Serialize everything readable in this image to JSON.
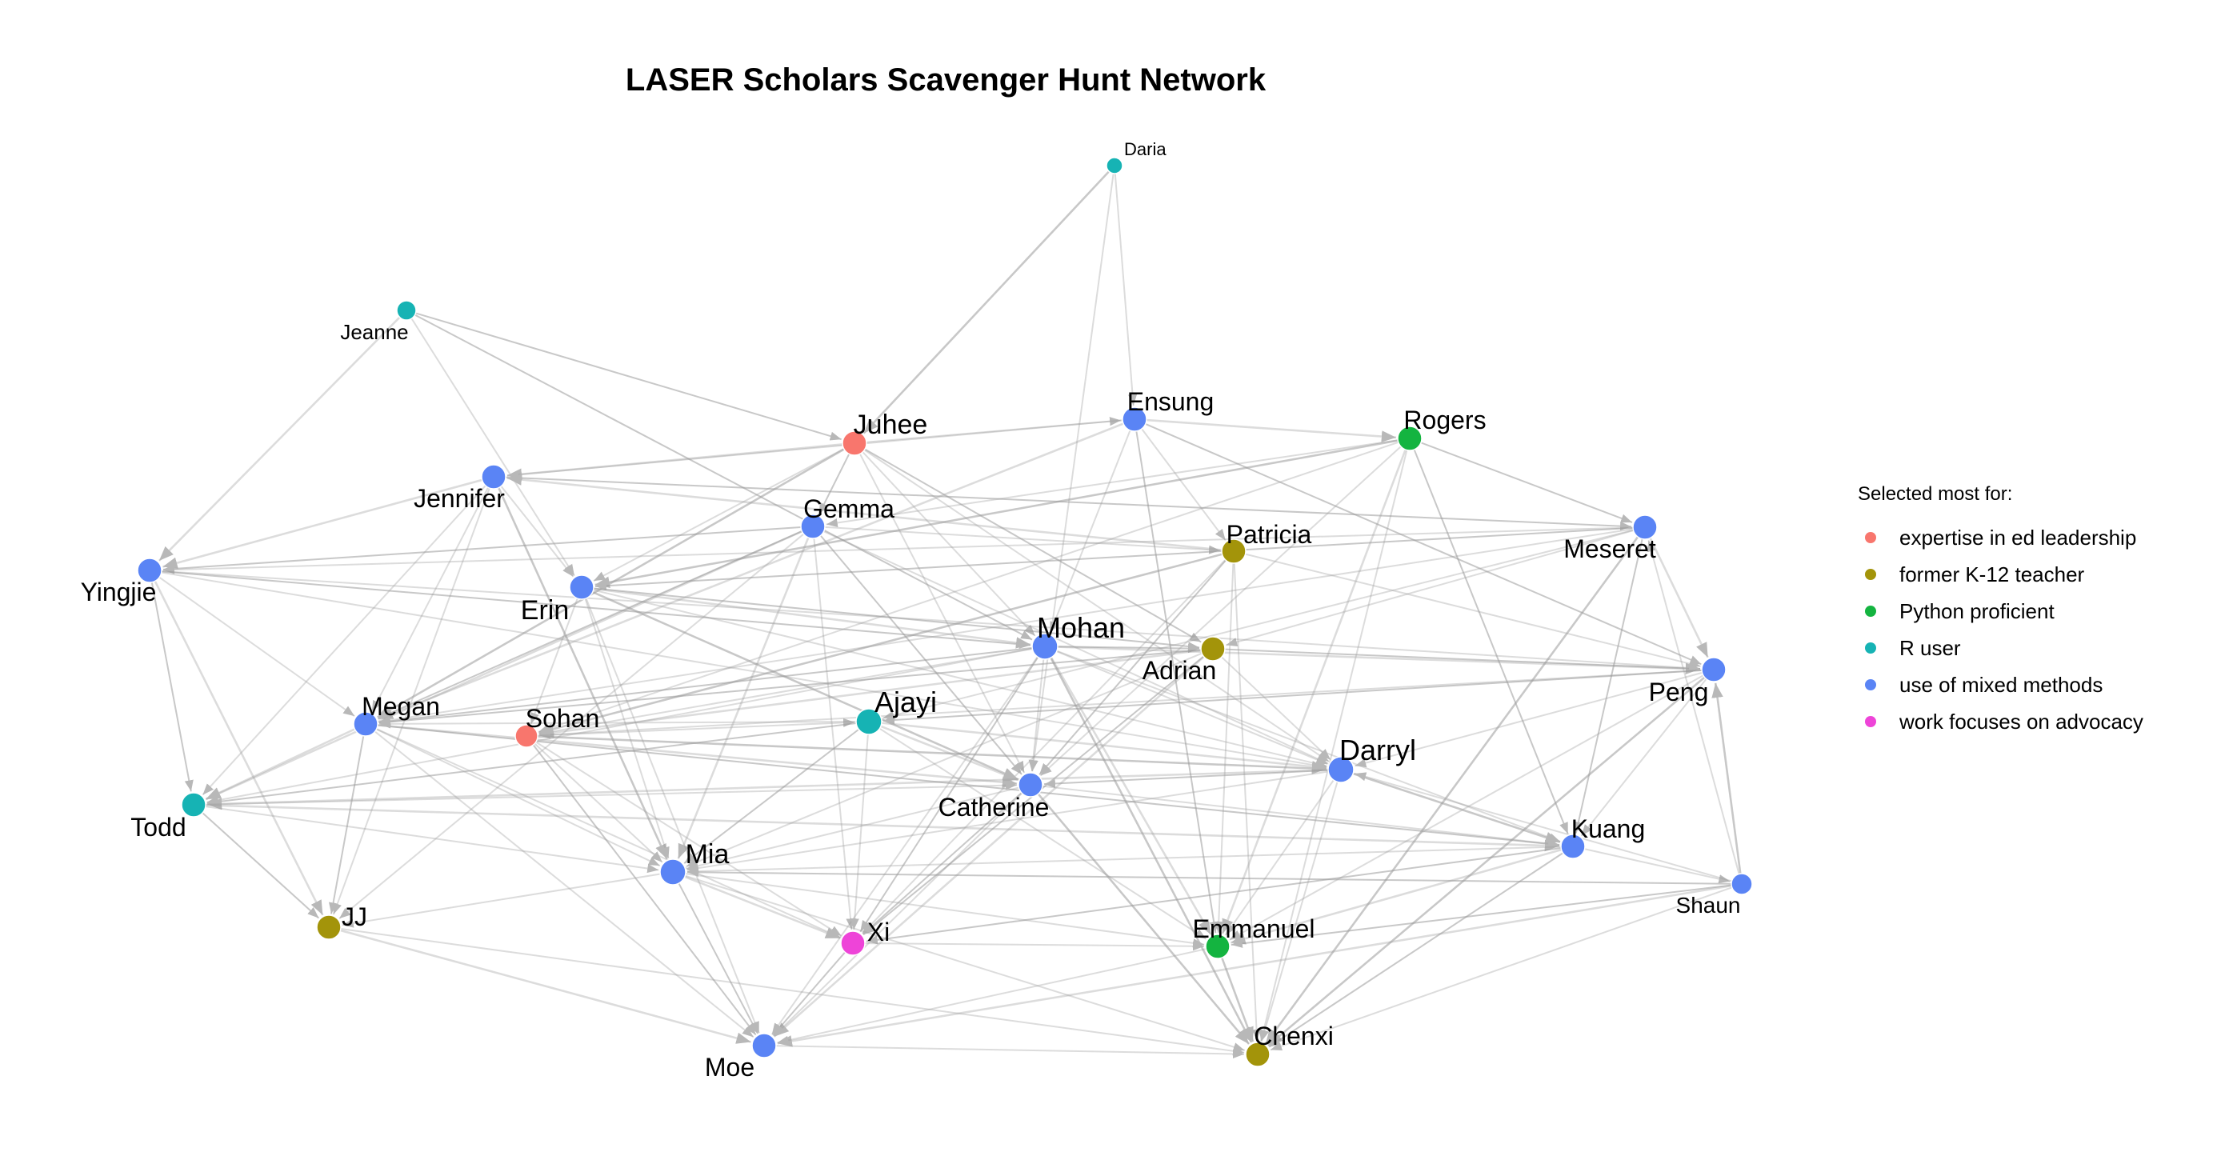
{
  "title": "LASER Scholars Scavenger Hunt Network",
  "legend": {
    "title": "Selected most for:",
    "items": [
      {
        "key": "leadership",
        "label": "expertise in ed leadership",
        "color": "#F8766D"
      },
      {
        "key": "k12",
        "label": "former K-12 teacher",
        "color": "#A3940A"
      },
      {
        "key": "python",
        "label": "Python proficient",
        "color": "#14B440"
      },
      {
        "key": "r",
        "label": "R user",
        "color": "#16B3B4"
      },
      {
        "key": "mixed",
        "label": "use of mixed methods",
        "color": "#5A84F5"
      },
      {
        "key": "advocacy",
        "label": "work focuses on advocacy",
        "color": "#EE44D8"
      }
    ]
  },
  "nodes": [
    {
      "id": "Daria",
      "label": "Daria",
      "group": "r"
    },
    {
      "id": "Jeanne",
      "label": "Jeanne",
      "group": "r"
    },
    {
      "id": "Juhee",
      "label": "Juhee",
      "group": "leadership"
    },
    {
      "id": "Ensung",
      "label": "Ensung",
      "group": "mixed"
    },
    {
      "id": "Rogers",
      "label": "Rogers",
      "group": "python"
    },
    {
      "id": "Jennifer",
      "label": "Jennifer",
      "group": "mixed"
    },
    {
      "id": "Gemma",
      "label": "Gemma",
      "group": "mixed"
    },
    {
      "id": "Patricia",
      "label": "Patricia",
      "group": "k12"
    },
    {
      "id": "Meseret",
      "label": "Meseret",
      "group": "mixed"
    },
    {
      "id": "Yingjie",
      "label": "Yingjie",
      "group": "mixed"
    },
    {
      "id": "Erin",
      "label": "Erin",
      "group": "mixed"
    },
    {
      "id": "Mohan",
      "label": "Mohan",
      "group": "mixed"
    },
    {
      "id": "Adrian",
      "label": "Adrian",
      "group": "k12"
    },
    {
      "id": "Peng",
      "label": "Peng",
      "group": "mixed"
    },
    {
      "id": "Megan",
      "label": "Megan",
      "group": "mixed"
    },
    {
      "id": "Sohan",
      "label": "Sohan",
      "group": "leadership"
    },
    {
      "id": "Ajayi",
      "label": "Ajayi",
      "group": "r"
    },
    {
      "id": "Darryl",
      "label": "Darryl",
      "group": "mixed"
    },
    {
      "id": "Todd",
      "label": "Todd",
      "group": "r"
    },
    {
      "id": "Catherine",
      "label": "Catherine",
      "group": "mixed"
    },
    {
      "id": "Kuang",
      "label": "Kuang",
      "group": "mixed"
    },
    {
      "id": "Mia",
      "label": "Mia",
      "group": "mixed"
    },
    {
      "id": "Shaun",
      "label": "Shaun",
      "group": "mixed"
    },
    {
      "id": "JJ",
      "label": "JJ",
      "group": "k12"
    },
    {
      "id": "Xi",
      "label": "Xi",
      "group": "advocacy"
    },
    {
      "id": "Emmanuel",
      "label": "Emmanuel",
      "group": "python"
    },
    {
      "id": "Moe",
      "label": "Moe",
      "group": "mixed"
    },
    {
      "id": "Chenxi",
      "label": "Chenxi",
      "group": "k12"
    }
  ],
  "edges": [
    [
      "Daria",
      "Juhee"
    ],
    [
      "Daria",
      "Ensung"
    ],
    [
      "Daria",
      "Catherine"
    ],
    [
      "Jeanne",
      "Juhee"
    ],
    [
      "Jeanne",
      "Yingjie"
    ],
    [
      "Jeanne",
      "Erin"
    ],
    [
      "Jeanne",
      "Mohan"
    ],
    [
      "Juhee",
      "Ensung"
    ],
    [
      "Juhee",
      "Jennifer"
    ],
    [
      "Juhee",
      "Gemma"
    ],
    [
      "Juhee",
      "Mohan"
    ],
    [
      "Juhee",
      "Darryl"
    ],
    [
      "Juhee",
      "Megan"
    ],
    [
      "Juhee",
      "Erin"
    ],
    [
      "Juhee",
      "Catherine"
    ],
    [
      "Juhee",
      "Adrian"
    ],
    [
      "Ensung",
      "Rogers"
    ],
    [
      "Ensung",
      "Patricia"
    ],
    [
      "Ensung",
      "Emmanuel"
    ],
    [
      "Ensung",
      "Jennifer"
    ],
    [
      "Ensung",
      "Megan"
    ],
    [
      "Ensung",
      "Peng"
    ],
    [
      "Ensung",
      "Mohan"
    ],
    [
      "Rogers",
      "Gemma"
    ],
    [
      "Rogers",
      "Erin"
    ],
    [
      "Rogers",
      "Catherine"
    ],
    [
      "Rogers",
      "Chenxi"
    ],
    [
      "Rogers",
      "Kuang"
    ],
    [
      "Rogers",
      "Emmanuel"
    ],
    [
      "Rogers",
      "Sohan"
    ],
    [
      "Rogers",
      "Meseret"
    ],
    [
      "Jennifer",
      "Erin"
    ],
    [
      "Jennifer",
      "Yingjie"
    ],
    [
      "Jennifer",
      "Meseret"
    ],
    [
      "Jennifer",
      "Megan"
    ],
    [
      "Jennifer",
      "JJ"
    ],
    [
      "Jennifer",
      "Mia"
    ],
    [
      "Jennifer",
      "Todd"
    ],
    [
      "Gemma",
      "Patricia"
    ],
    [
      "Gemma",
      "Megan"
    ],
    [
      "Gemma",
      "Mia"
    ],
    [
      "Gemma",
      "Darryl"
    ],
    [
      "Gemma",
      "Yingjie"
    ],
    [
      "Gemma",
      "Xi"
    ],
    [
      "Gemma",
      "Todd"
    ],
    [
      "Gemma",
      "Catherine"
    ],
    [
      "Gemma",
      "JJ"
    ],
    [
      "Patricia",
      "Peng"
    ],
    [
      "Patricia",
      "Sohan"
    ],
    [
      "Patricia",
      "Emmanuel"
    ],
    [
      "Patricia",
      "Chenxi"
    ],
    [
      "Patricia",
      "Catherine"
    ],
    [
      "Patricia",
      "Jennifer"
    ],
    [
      "Patricia",
      "Xi"
    ],
    [
      "Meseret",
      "Erin"
    ],
    [
      "Meseret",
      "Yingjie"
    ],
    [
      "Meseret",
      "Peng"
    ],
    [
      "Meseret",
      "Kuang"
    ],
    [
      "Meseret",
      "Adrian"
    ],
    [
      "Meseret",
      "Megan"
    ],
    [
      "Meseret",
      "Chenxi"
    ],
    [
      "Meseret",
      "Ajayi"
    ],
    [
      "Yingjie",
      "Megan"
    ],
    [
      "Yingjie",
      "Todd"
    ],
    [
      "Yingjie",
      "JJ"
    ],
    [
      "Yingjie",
      "Peng"
    ],
    [
      "Yingjie",
      "Mohan"
    ],
    [
      "Yingjie",
      "Darryl"
    ],
    [
      "Erin",
      "Mohan"
    ],
    [
      "Erin",
      "Adrian"
    ],
    [
      "Erin",
      "Mia"
    ],
    [
      "Erin",
      "Sohan"
    ],
    [
      "Erin",
      "Catherine"
    ],
    [
      "Erin",
      "Moe"
    ],
    [
      "Erin",
      "Darryl"
    ],
    [
      "Mohan",
      "Adrian"
    ],
    [
      "Mohan",
      "Peng"
    ],
    [
      "Mohan",
      "Sohan"
    ],
    [
      "Mohan",
      "Megan"
    ],
    [
      "Mohan",
      "Darryl"
    ],
    [
      "Mohan",
      "Emmanuel"
    ],
    [
      "Mohan",
      "Xi"
    ],
    [
      "Mohan",
      "Catherine"
    ],
    [
      "Mohan",
      "Todd"
    ],
    [
      "Mohan",
      "Chenxi"
    ],
    [
      "Mohan",
      "Kuang"
    ],
    [
      "Mohan",
      "Moe"
    ],
    [
      "Adrian",
      "Peng"
    ],
    [
      "Adrian",
      "Sohan"
    ],
    [
      "Adrian",
      "Darryl"
    ],
    [
      "Adrian",
      "Megan"
    ],
    [
      "Adrian",
      "Mia"
    ],
    [
      "Adrian",
      "Moe"
    ],
    [
      "Adrian",
      "Xi"
    ],
    [
      "Peng",
      "Darryl"
    ],
    [
      "Peng",
      "Kuang"
    ],
    [
      "Peng",
      "Chenxi"
    ],
    [
      "Peng",
      "Sohan"
    ],
    [
      "Peng",
      "Emmanuel"
    ],
    [
      "Peng",
      "Ajayi"
    ],
    [
      "Megan",
      "Todd"
    ],
    [
      "Megan",
      "Mia"
    ],
    [
      "Megan",
      "JJ"
    ],
    [
      "Megan",
      "Moe"
    ],
    [
      "Megan",
      "Catherine"
    ],
    [
      "Megan",
      "Kuang"
    ],
    [
      "Megan",
      "Xi"
    ],
    [
      "Sohan",
      "Mia"
    ],
    [
      "Sohan",
      "Darryl"
    ],
    [
      "Sohan",
      "Xi"
    ],
    [
      "Sohan",
      "Ajayi"
    ],
    [
      "Sohan",
      "Moe"
    ],
    [
      "Ajayi",
      "Catherine"
    ],
    [
      "Ajayi",
      "Xi"
    ],
    [
      "Ajayi",
      "Mia"
    ],
    [
      "Ajayi",
      "Emmanuel"
    ],
    [
      "Ajayi",
      "Darryl"
    ],
    [
      "Ajayi",
      "Todd"
    ],
    [
      "Ajayi",
      "Megan"
    ],
    [
      "Darryl",
      "Mia"
    ],
    [
      "Darryl",
      "Kuang"
    ],
    [
      "Darryl",
      "Chenxi"
    ],
    [
      "Darryl",
      "Emmanuel"
    ],
    [
      "Darryl",
      "Catherine"
    ],
    [
      "Darryl",
      "Todd"
    ],
    [
      "Todd",
      "Mia"
    ],
    [
      "Todd",
      "JJ"
    ],
    [
      "Todd",
      "Catherine"
    ],
    [
      "Todd",
      "Kuang"
    ],
    [
      "Catherine",
      "Xi"
    ],
    [
      "Catherine",
      "Moe"
    ],
    [
      "Catherine",
      "Kuang"
    ],
    [
      "Catherine",
      "Chenxi"
    ],
    [
      "Catherine",
      "Mia"
    ],
    [
      "Kuang",
      "Mia"
    ],
    [
      "Kuang",
      "Xi"
    ],
    [
      "Kuang",
      "Emmanuel"
    ],
    [
      "Kuang",
      "Shaun"
    ],
    [
      "Kuang",
      "Chenxi"
    ],
    [
      "Mia",
      "JJ"
    ],
    [
      "Mia",
      "Xi"
    ],
    [
      "Mia",
      "Moe"
    ],
    [
      "Mia",
      "Chenxi"
    ],
    [
      "Mia",
      "Emmanuel"
    ],
    [
      "Shaun",
      "Peng"
    ],
    [
      "Shaun",
      "Meseret"
    ],
    [
      "Shaun",
      "Darryl"
    ],
    [
      "Shaun",
      "Emmanuel"
    ],
    [
      "Shaun",
      "Moe"
    ],
    [
      "Shaun",
      "Chenxi"
    ],
    [
      "Shaun",
      "Mia"
    ],
    [
      "JJ",
      "Chenxi"
    ],
    [
      "JJ",
      "Moe"
    ],
    [
      "Xi",
      "Moe"
    ],
    [
      "Xi",
      "Emmanuel"
    ],
    [
      "Emmanuel",
      "Moe"
    ],
    [
      "Emmanuel",
      "Chenxi"
    ],
    [
      "Moe",
      "Chenxi"
    ]
  ]
}
